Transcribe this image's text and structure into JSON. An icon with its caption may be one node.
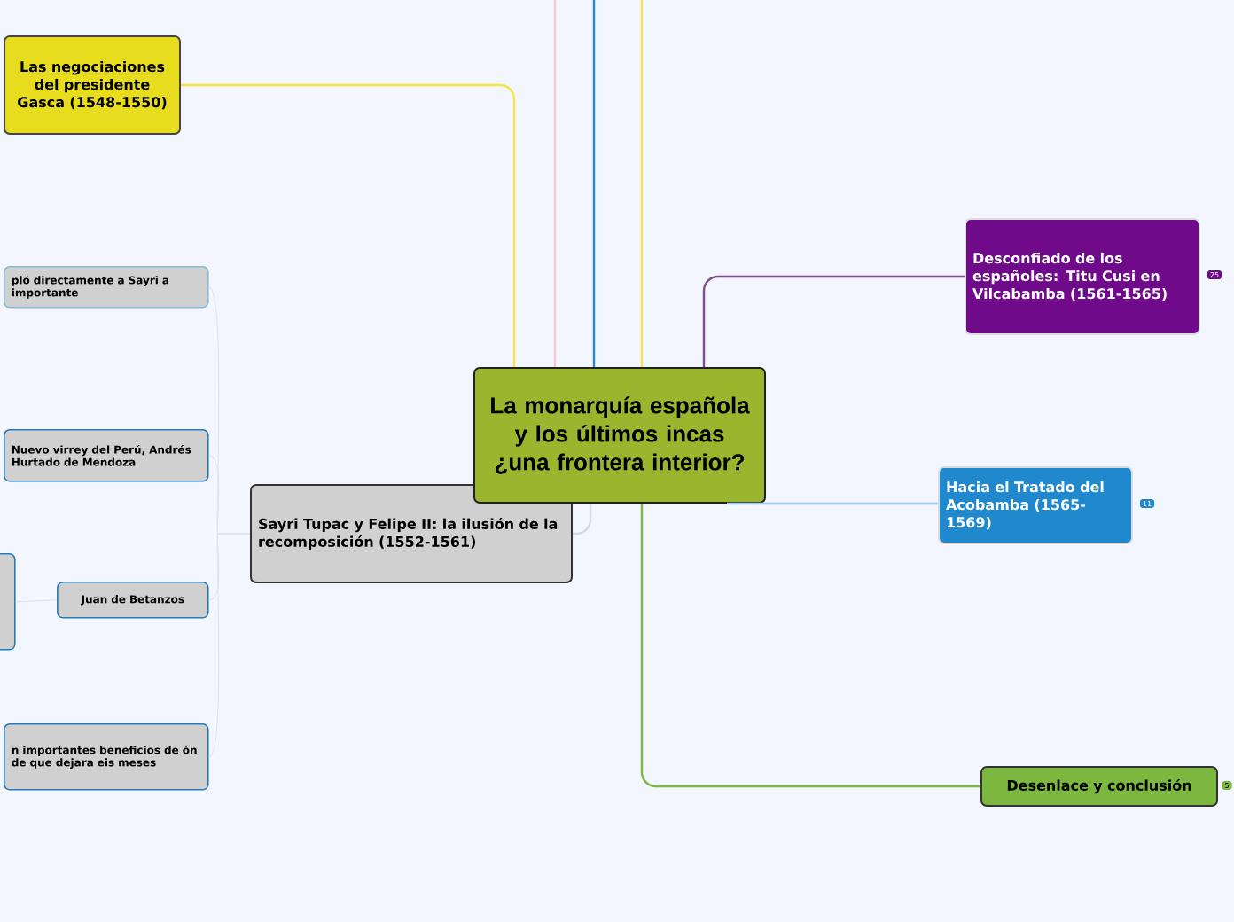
{
  "diagram": {
    "nodes": [
      {
        "text": [
          "La monarquía española y los últimos incas ¿una frontera interior?"
        ]
      },
      {
        "text": [
          "Las negociaciones del presidente Gasca (1548-1550)"
        ]
      },
      {
        "text": [
          "Desconfiado de los españoles: Titu Cusi en Vilcabamba (1561-1565)"
        ]
      },
      {
        "text": [
          "Hacia el Tratado del Acobamba (1565-1569)"
        ]
      },
      {
        "text": [
          "Desenlace y conclusión"
        ]
      },
      {
        "text": [
          "Sayri Tupac y Felipe II: la ilusión de la recomposición (1552-1561)"
        ]
      },
      {
        "text": [
          "pló directamente a Sayri a importante"
        ]
      },
      {
        "text": [
          "Nuevo virrey del Perú, Andrés Hurtado de Mendoza"
        ]
      },
      {
        "text": [],
        "shape": "box"
      },
      {
        "text": [
          "Juan de Betanzos"
        ]
      },
      {
        "text": [
          "n importantes beneficios de ón de que dejara eis meses"
        ]
      }
    ],
    "edges": [
      {
        "from": 0,
        "to": 1,
        "arrow": "none",
        "color": "#f5e642"
      },
      {
        "from": 0,
        "to": 2,
        "arrow": "none",
        "color": "#7a4f8e"
      },
      {
        "from": 0,
        "to": 3,
        "arrow": "none",
        "color": "#9fcdf0"
      },
      {
        "from": 0,
        "to": 4,
        "arrow": "none",
        "color": "#7cb83f"
      },
      {
        "from": 0,
        "to": 5,
        "arrow": "none",
        "color": "#d6d9e0"
      },
      {
        "from": 5,
        "to": 6,
        "arrow": "none",
        "color": "#e0e4ec"
      },
      {
        "from": 5,
        "to": 7,
        "arrow": "none",
        "color": "#e0e4ec"
      },
      {
        "from": 5,
        "to": 9,
        "arrow": "none",
        "color": "#e0e4ec"
      },
      {
        "from": 5,
        "to": 10,
        "arrow": "none",
        "color": "#e0e4ec"
      },
      {
        "from": 9,
        "to": 8,
        "arrow": "none",
        "color": "#e0e4ec"
      },
      {
        "from": 0,
        "to": null,
        "arrow": "none",
        "color": "#f8c8d4"
      },
      {
        "from": 0,
        "to": null,
        "arrow": "none",
        "color": "#2a8ad0"
      },
      {
        "from": 0,
        "to": null,
        "arrow": "none",
        "color": "#f5e642"
      }
    ],
    "labels": [
      "25",
      "11",
      "5"
    ]
  }
}
